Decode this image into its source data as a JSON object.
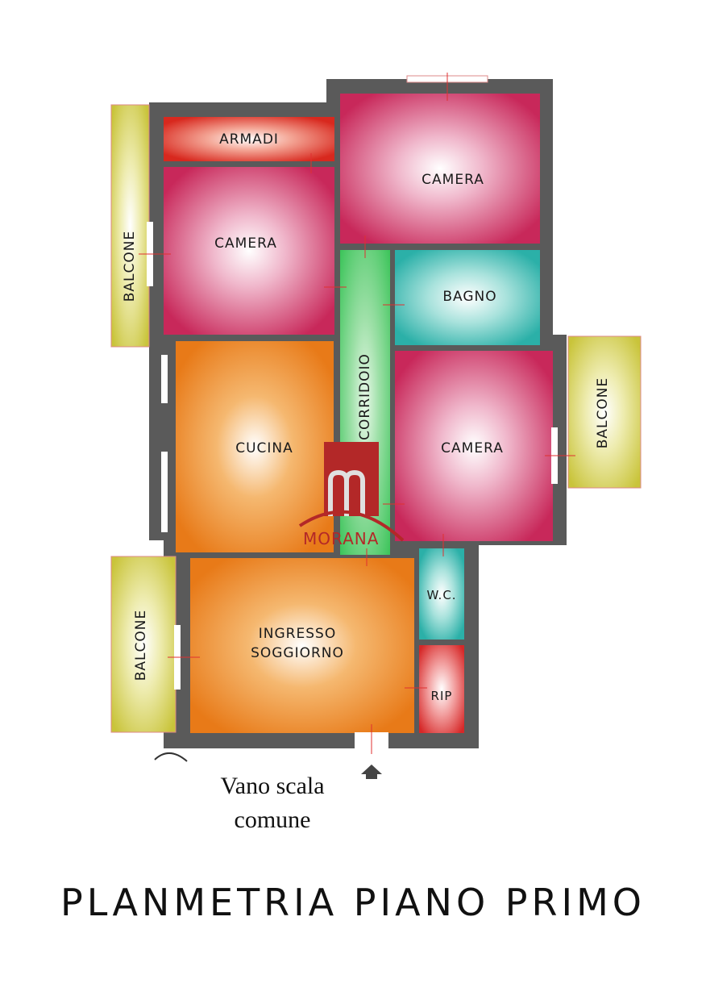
{
  "rooms": {
    "armadi": "ARMADI",
    "camera_top_right": "CAMERA",
    "camera_left": "CAMERA",
    "bagno": "BAGNO",
    "corridoio": "CORRIDOIO",
    "cucina": "CUCINA",
    "camera_mid_right": "CAMERA",
    "wc": "W.C.",
    "ingresso_line1": "INGRESSO",
    "ingresso_line2": "SOGGIORNO",
    "rip": "RIP",
    "balcone_left_top": "BALCONE",
    "balcone_right": "BALCONE",
    "balcone_left_bottom": "BALCONE"
  },
  "logo": {
    "text": "MORANA"
  },
  "stair_caption": {
    "line1": "Vano scala",
    "line2": "comune"
  },
  "title": "PLANMETRIA PIANO PRIMO",
  "colors": {
    "wall": "#5a5a5a",
    "camera": "#c8285a",
    "cucina": "#e87a18",
    "bagno": "#2bb0a8",
    "corridoio": "#3cc45a",
    "balcone": "#c9c43a",
    "rip": "#d62828",
    "armadi": "#d8281e"
  }
}
